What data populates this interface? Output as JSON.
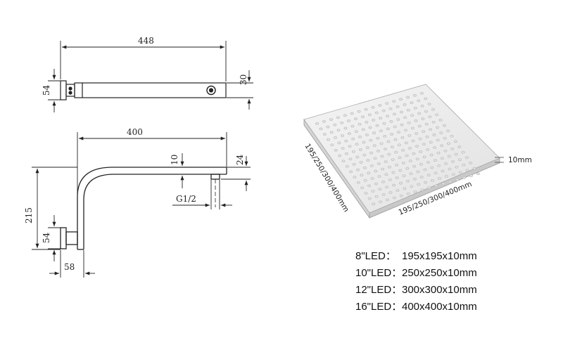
{
  "top_view": {
    "length_label": "448",
    "height_label": "54",
    "tip_label": "30"
  },
  "side_view": {
    "length_label": "400",
    "drop_label": "215",
    "plate_label": "54",
    "outlet_label": "10",
    "tip_label": "24",
    "base_label": "58",
    "thread_label": "G1/2"
  },
  "shower_head": {
    "depth_label": "10mm",
    "side_label_left": "195/250/300/400mm",
    "side_label_bottom": "195/250/300/400mm"
  },
  "specs": [
    {
      "model": "8\"LED：",
      "size": "195x195x10mm"
    },
    {
      "model": "10\"LED：",
      "size": "250x250x10mm"
    },
    {
      "model": "12\"LED：",
      "size": "300x300x10mm"
    },
    {
      "model": "16\"LED：",
      "size": "400x400x10mm"
    }
  ]
}
